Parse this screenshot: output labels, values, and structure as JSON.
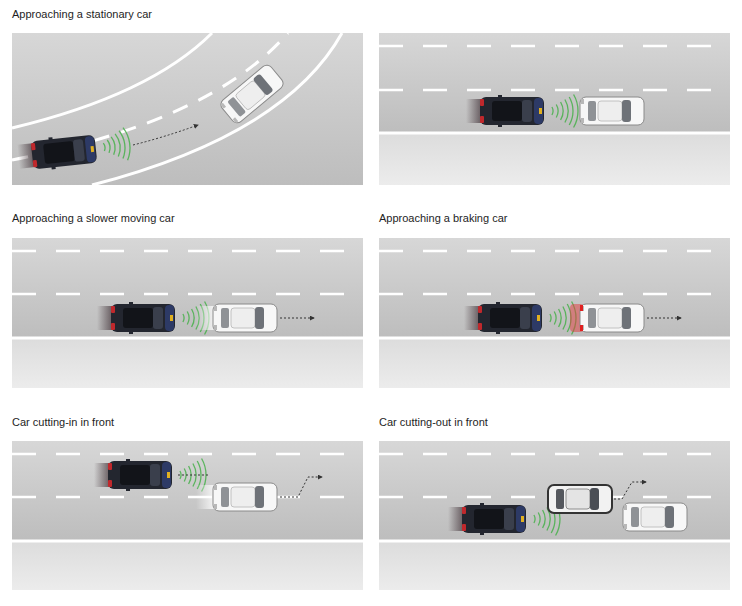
{
  "diagram": {
    "nodes": [
      {
        "text": [
          "Approaching a stationary car"
        ]
      },
      {
        "text": [
          "Approaching a slower moving car"
        ]
      },
      {
        "text": [
          "Approaching a braking car"
        ]
      },
      {
        "text": [
          "Car cutting-in in front"
        ]
      },
      {
        "text": [
          "Car cutting-out in front"
        ]
      }
    ]
  }
}
